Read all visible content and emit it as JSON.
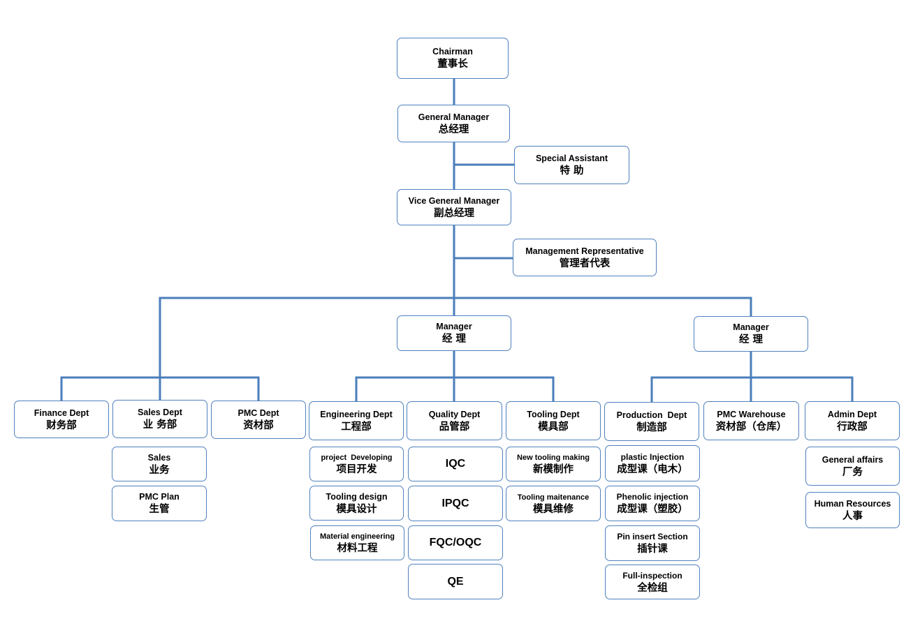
{
  "colors": {
    "connector": "#4a7ebb",
    "box_border": "#4f81bd",
    "text": "#000000",
    "background": "#ffffff"
  },
  "executives": {
    "chairman": {
      "en": "Chairman",
      "zh": "董事长"
    },
    "general_manager": {
      "en": "General Manager",
      "zh": "总经理"
    },
    "special_assistant": {
      "en": "Special Assistant",
      "zh": "特 助"
    },
    "vice_general_manager": {
      "en": "Vice General Manager",
      "zh": "副总经理"
    },
    "management_representative": {
      "en": "Management Representative",
      "zh": "管理者代表"
    }
  },
  "managers": {
    "center": {
      "en": "Manager",
      "zh": "经 理"
    },
    "right": {
      "en": "Manager",
      "zh": "经 理"
    }
  },
  "departments": {
    "finance": {
      "en": "Finance Dept",
      "zh": "财务部"
    },
    "sales": {
      "en": "Sales Dept",
      "zh": "业 务部",
      "units": [
        {
          "en": "Sales",
          "zh": "业务"
        },
        {
          "en": "PMC Plan",
          "zh": "生管"
        }
      ]
    },
    "pmc": {
      "en": "PMC Dept",
      "zh": "资材部"
    },
    "engineering": {
      "en": "Engineering Dept",
      "zh": "工程部",
      "units": [
        {
          "en": "project  Developing",
          "zh": "项目开发"
        },
        {
          "en": "Tooling design",
          "zh": "模具设计"
        },
        {
          "en": "Material engineering",
          "zh": "材料工程"
        }
      ]
    },
    "quality": {
      "en": "Quality Dept",
      "zh": "品管部",
      "units": [
        {
          "en": "IQC"
        },
        {
          "en": "IPQC"
        },
        {
          "en": "FQC/OQC"
        },
        {
          "en": "QE"
        }
      ]
    },
    "tooling": {
      "en": "Tooling Dept",
      "zh": "模具部",
      "units": [
        {
          "en": "New tooling making",
          "zh": "新模制作"
        },
        {
          "en": "Tooling maitenance",
          "zh": "模具维修"
        }
      ]
    },
    "production": {
      "en": "Production  Dept",
      "zh": "制造部",
      "units": [
        {
          "en": "plastic Injection",
          "zh": "成型课（电木）"
        },
        {
          "en": "Phenolic injection",
          "zh": "成型课（塑胶）"
        },
        {
          "en": "Pin insert Section",
          "zh": "插针课"
        },
        {
          "en": "Full-inspection",
          "zh": "全检组"
        }
      ]
    },
    "pmc_warehouse": {
      "en": "PMC Warehouse",
      "zh": "资材部（仓库）"
    },
    "admin": {
      "en": "Admin Dept",
      "zh": "行政部",
      "units": [
        {
          "en": "General affairs",
          "zh": "厂务"
        },
        {
          "en": "Human Resources",
          "zh": "人事"
        }
      ]
    }
  }
}
